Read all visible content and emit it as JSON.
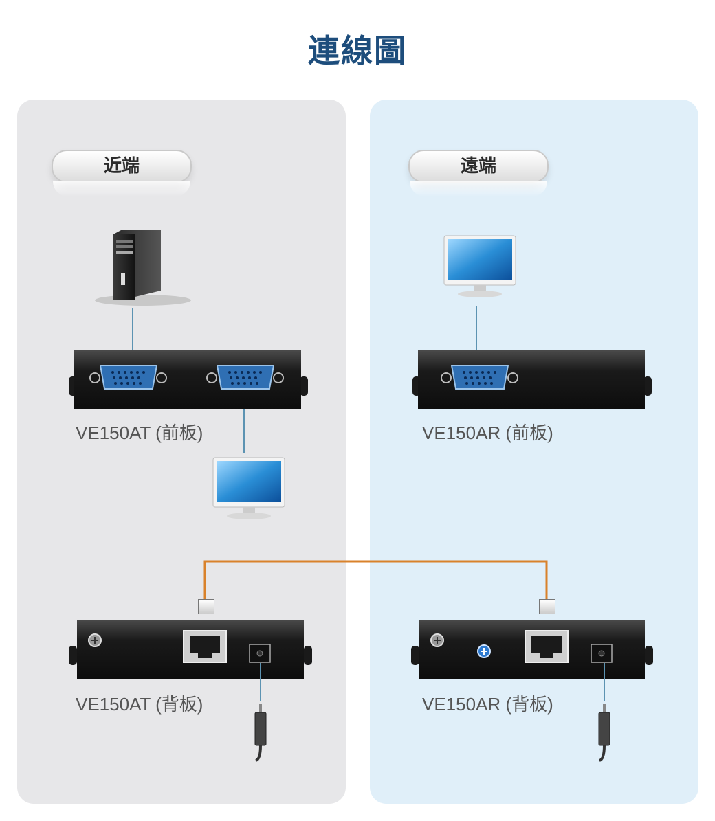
{
  "title": "連線圖",
  "near_end": {
    "label": "近端",
    "front_label": "VE150AT (前板)",
    "back_label": "VE150AT (背板)"
  },
  "far_end": {
    "label": "遠端",
    "front_label": "VE150AR (前板)",
    "back_label": "VE150AR (背板)"
  },
  "colors": {
    "title": "#1d4d7c",
    "near_panel": "#e7e7e9",
    "far_panel": "#e0eff9",
    "cat5_cable": "#d9822b",
    "video_cable": "#5c93b2",
    "vga_port": "#2f6fb3"
  },
  "icons": [
    "computer-tower-icon",
    "monitor-icon",
    "vga-port-icon",
    "rj45-port-icon",
    "power-jack-icon",
    "power-plug-icon",
    "ground-screw-icon"
  ]
}
